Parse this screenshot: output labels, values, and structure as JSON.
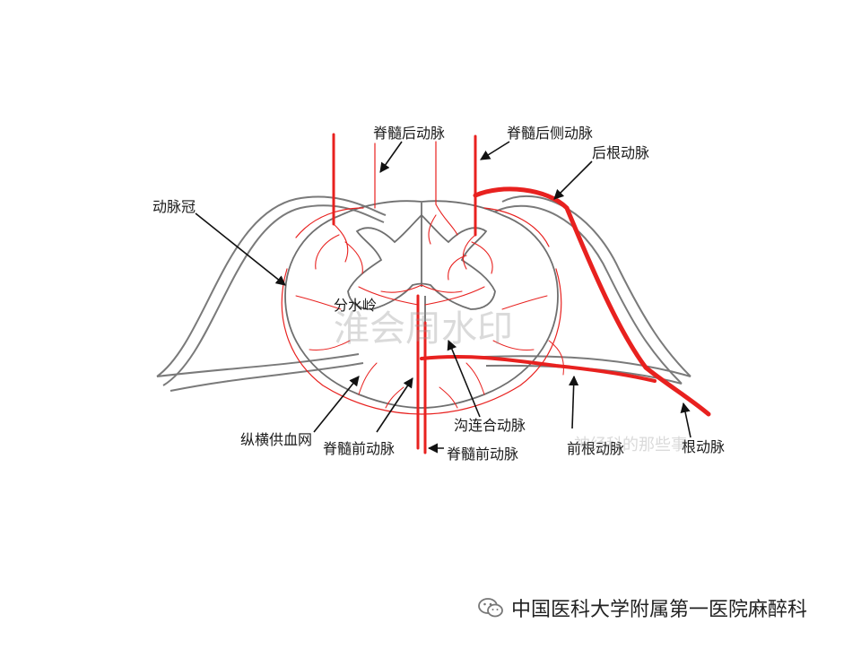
{
  "diagram": {
    "labels": {
      "posterior_spinal_artery": "脊髓后动脉",
      "posterolateral_spinal_artery": "脊髓后侧动脉",
      "posterior_radicular_artery": "后根动脉",
      "arterial_corona": "动脉冠",
      "watershed": "分水岭",
      "plexus": "纵横供血网",
      "anterior_spinal_artery_1": "脊髓前动脉",
      "anterior_spinal_artery_2": "脊髓前动脉",
      "sulcal_artery": "沟连合动脉",
      "anterior_radicular_artery": "前根动脉",
      "radicular_artery": "根动脉"
    },
    "watermark_center": "淮会周水印",
    "watermark_bottom": "神经科的那些事"
  },
  "footer": {
    "text": "中国医科大学附属第一医院麻醉科"
  },
  "colors": {
    "artery": "#e8211f",
    "outline": "#7a7a7a",
    "arrow": "#111111"
  }
}
